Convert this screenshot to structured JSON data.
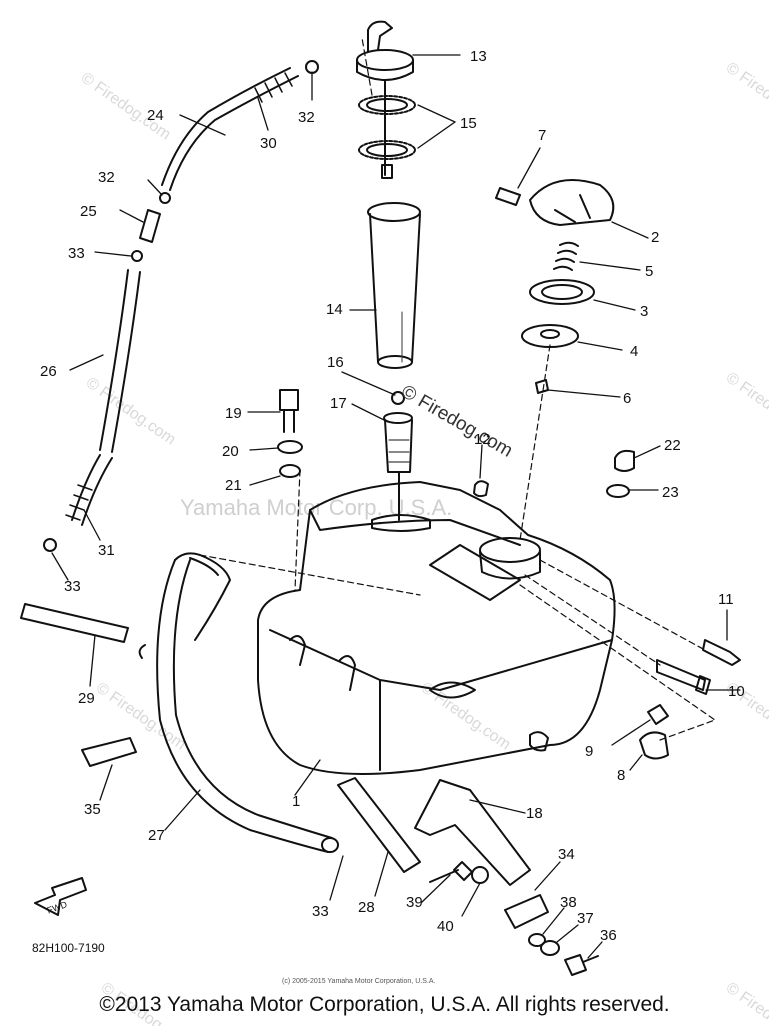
{
  "diagram": {
    "part_numbers": [
      "13",
      "32",
      "24",
      "30",
      "15",
      "7",
      "32",
      "25",
      "2",
      "33",
      "5",
      "14",
      "3",
      "26",
      "4",
      "16",
      "6",
      "19",
      "17",
      "12",
      "20",
      "22",
      "21",
      "23",
      "31",
      "33",
      "11",
      "29",
      "10",
      "9",
      "35",
      "8",
      "18",
      "1",
      "27",
      "34",
      "33",
      "28",
      "39",
      "38",
      "40",
      "37",
      "36"
    ],
    "fwd_label": "FWD",
    "diagram_code": "82H100-7190",
    "copyright_small": "(c) 2005-2015 Yamaha Motor Corporation, U.S.A.",
    "watermark_mid_1": "© Firedog.com",
    "watermark_mid_2": "Yamaha Motor Corp. U.S.A.",
    "watermark_text": "© Firedog.com"
  },
  "footer": {
    "copyright": "©2013 Yamaha Motor Corporation, U.S.A. All rights reserved."
  }
}
